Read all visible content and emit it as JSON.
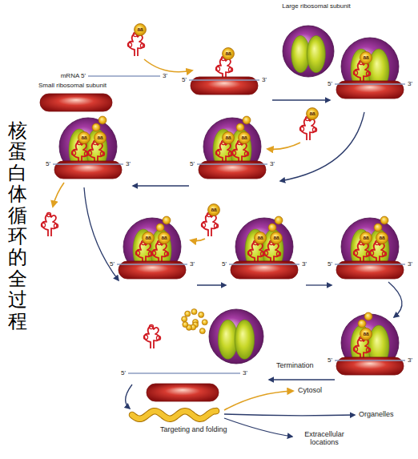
{
  "diagram": {
    "title": "核蛋白体循环的全过程",
    "labels": [
      "Large ribosomal subunit",
      "mRNA 5'",
      "3'",
      "Small ribosomal subunit",
      "aa",
      "5'",
      "3'",
      "aa",
      "5'",
      "3'",
      "aa",
      "aa",
      "5'",
      "3'",
      "aa",
      "aa",
      "5'",
      "3'",
      "aa",
      "aa",
      "5'",
      "3'",
      "aa",
      "aa",
      "aa",
      "5'",
      "3'",
      "aa",
      "aa",
      "5'",
      "3'",
      "aa",
      "aa",
      "Termination",
      "5'",
      "3'",
      "aa",
      "5'",
      "3'",
      "Targeting and folding",
      "Cytosol",
      "Organelles",
      "Extracellular locations"
    ]
  }
}
